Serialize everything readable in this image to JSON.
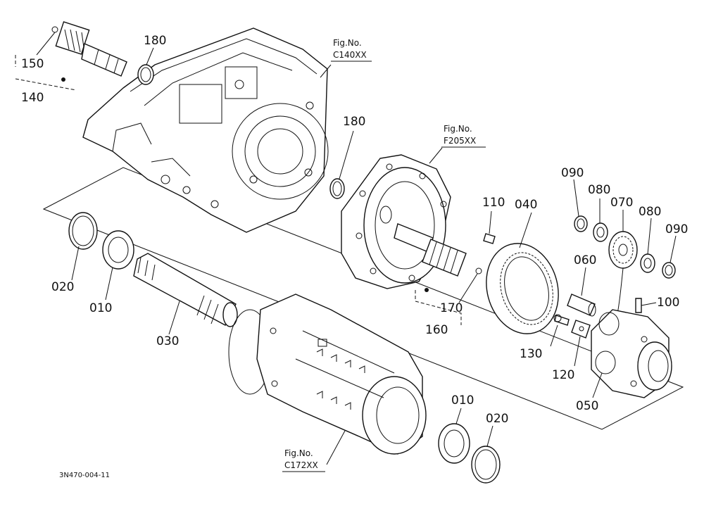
{
  "parts": {
    "p010a": "010",
    "p010b": "010",
    "p020a": "020",
    "p020b": "020",
    "p030": "030",
    "p040": "040",
    "p050": "050",
    "p060": "060",
    "p070": "070",
    "p080a": "080",
    "p080b": "080",
    "p090a": "090",
    "p090b": "090",
    "p100": "100",
    "p110": "110",
    "p120": "120",
    "p130": "130",
    "p140": "140",
    "p150": "150",
    "p160": "160",
    "p170": "170",
    "p180a": "180",
    "p180b": "180"
  },
  "refs": {
    "c140_line1": "Fig.No.",
    "c140_line2": "C140XX",
    "f205_line1": "Fig.No.",
    "f205_line2": "F205XX",
    "c172_line1": "Fig.No.",
    "c172_line2": "C172XX"
  },
  "drawing_code": "3N470-004-11"
}
